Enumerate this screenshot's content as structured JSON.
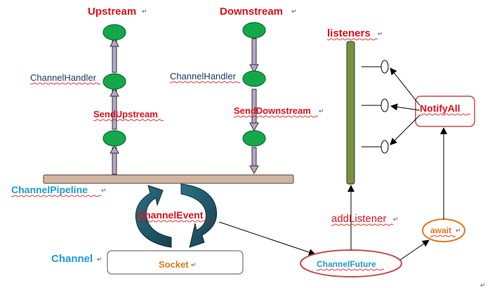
{
  "labels": {
    "upstream": "Upstream",
    "downstream": "Downstream",
    "channel_handler_left": "ChannelHandler",
    "channel_handler_right": "ChannelHandler",
    "send_upstream": "SendUpstream",
    "send_downstream": "SendDownstream",
    "channel_pipeline": "ChannelPipeline",
    "channel_event": "ChannelEvent",
    "channel": "Channel",
    "socket": "Socket",
    "listeners": "listeners",
    "notify_all": "NotifyAll",
    "add_listener": "addListener",
    "await": "await",
    "channel_future": "ChannelFuture",
    "paragraph_mark": "↵"
  },
  "colors": {
    "red_text": "#e3101a",
    "blue_text": "#1e9bd7",
    "dark_text": "#1f3864",
    "orange": "#e07a1f",
    "node_green": "#13a84a",
    "pipeline_fill": "#d2b59f",
    "listener_bar": "#76923c",
    "cycle_arrow": "#215968",
    "future_border": "#c0504d"
  }
}
